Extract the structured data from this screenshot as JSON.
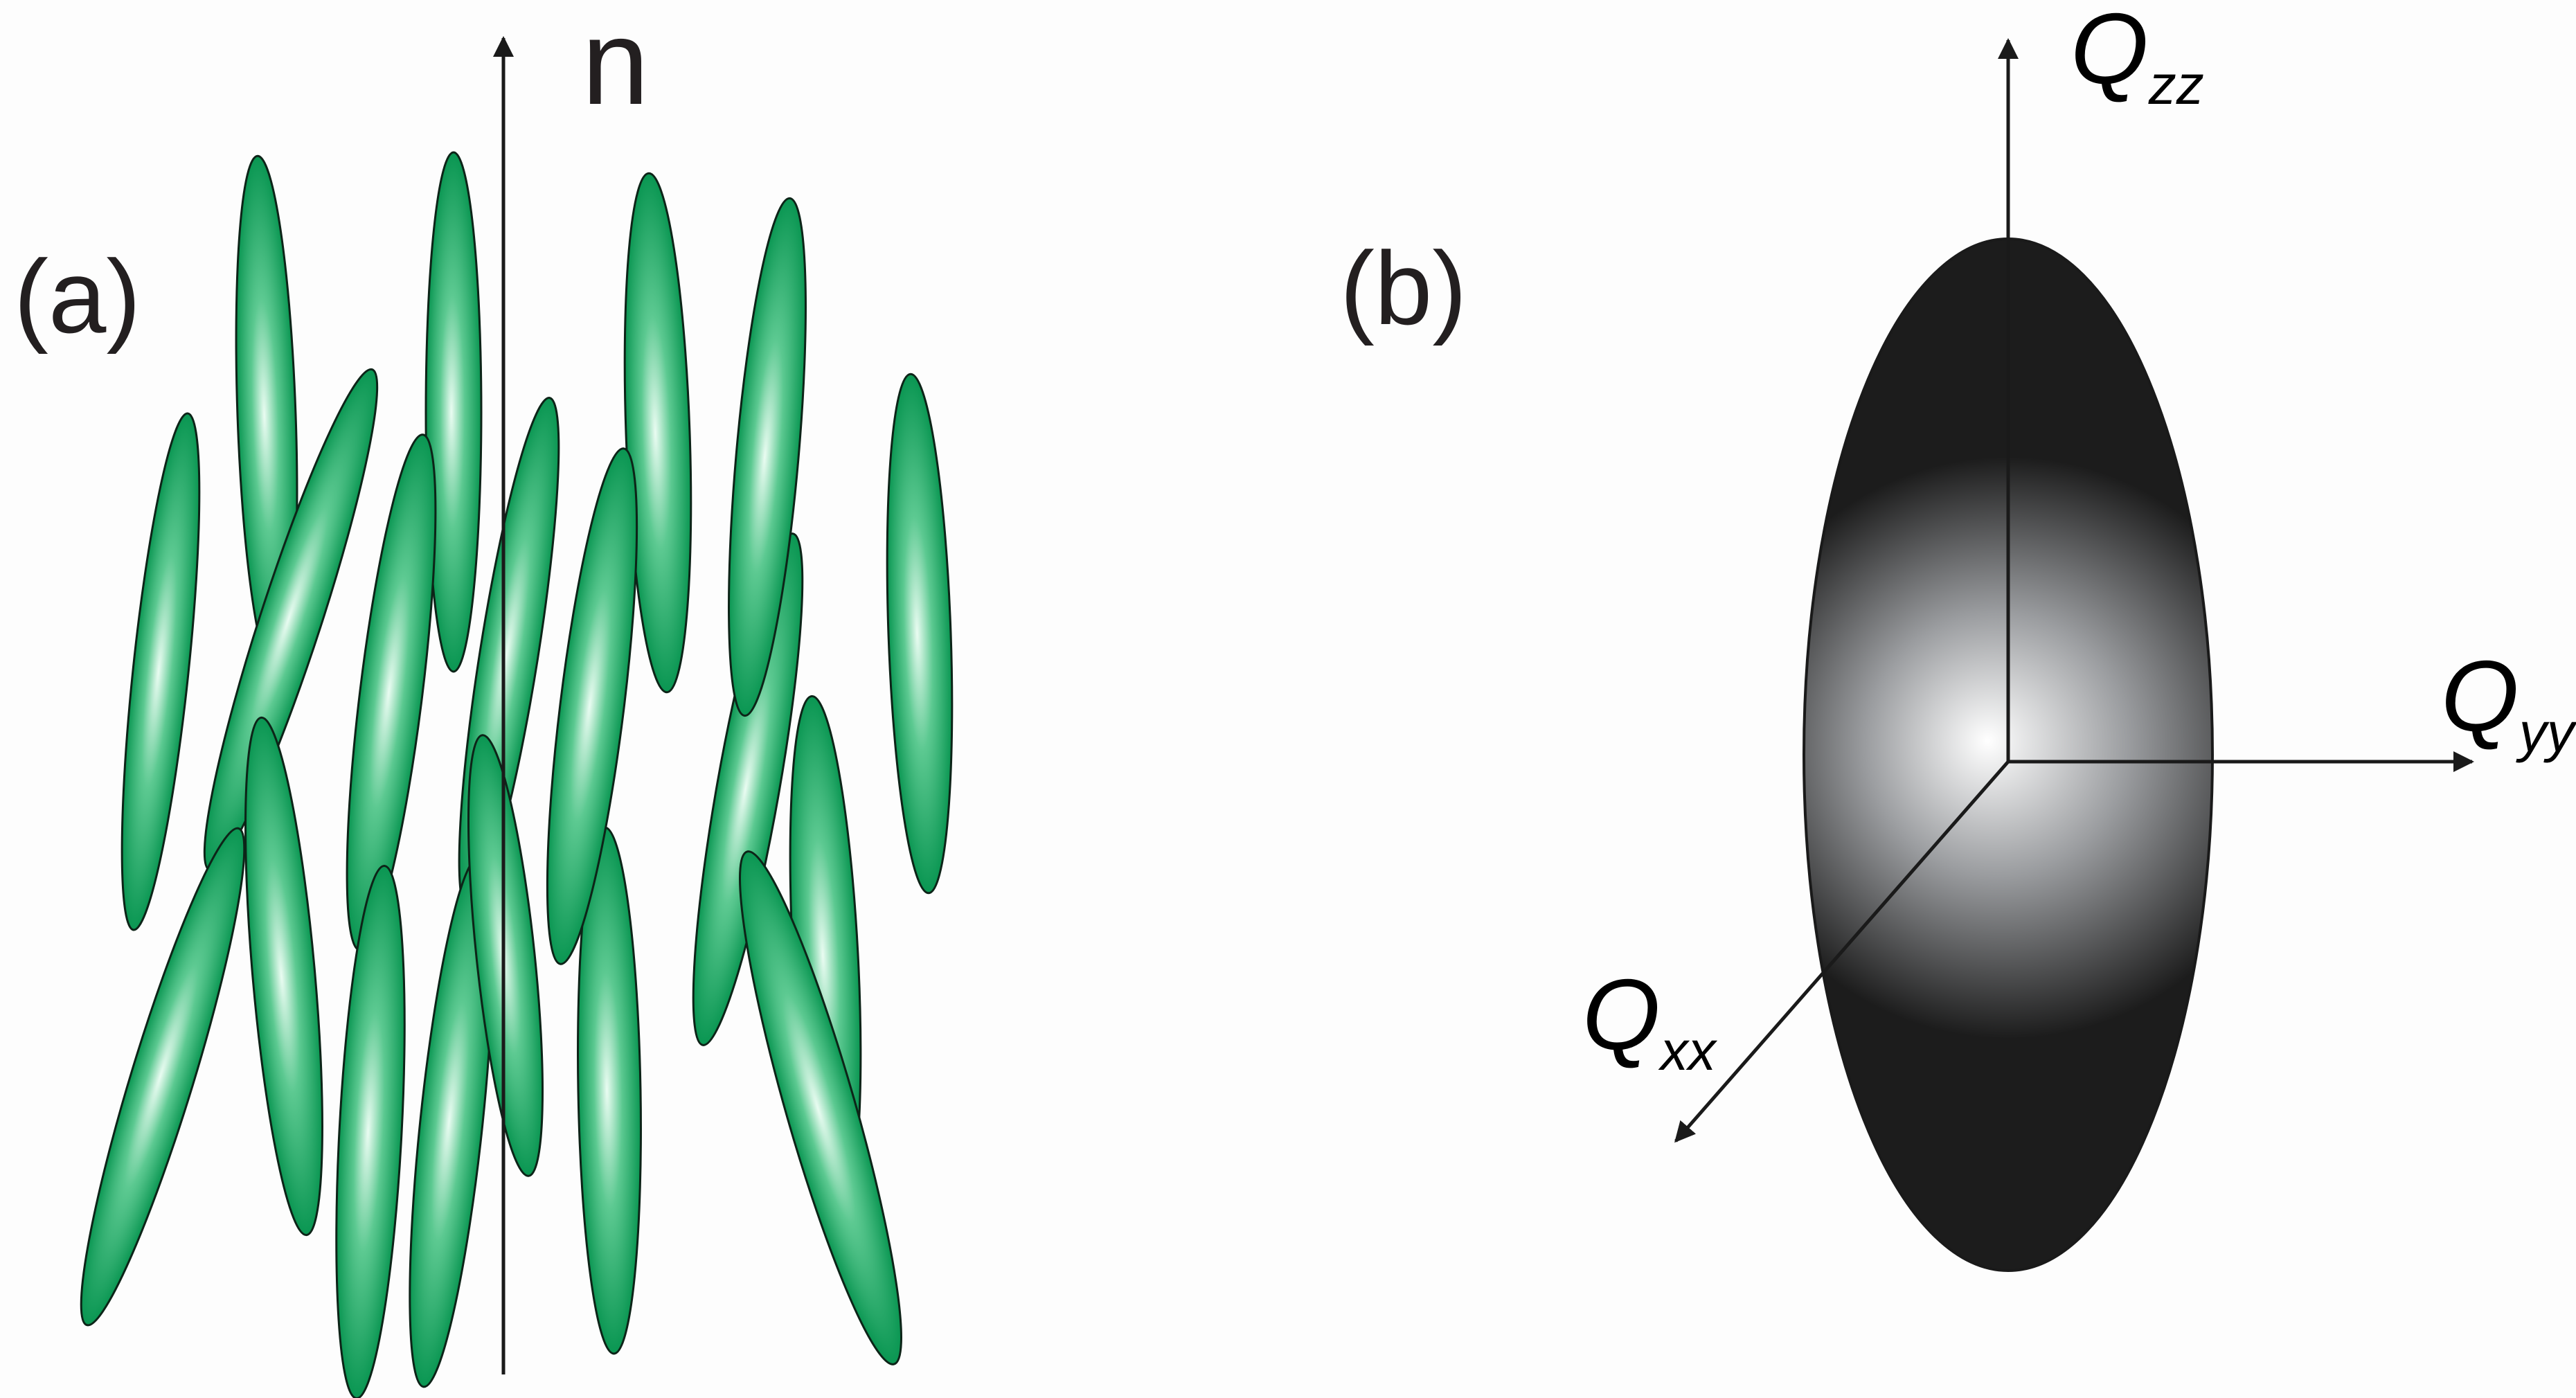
{
  "panel_a": {
    "label": "(a)",
    "director_label": "n",
    "molecule_color": "#0e9a57",
    "molecule_highlight": "#e9fbf1",
    "molecule_count": 19
  },
  "panel_b": {
    "label": "(b)",
    "axes": {
      "zz": {
        "main": "Q",
        "sub": "zz"
      },
      "yy": {
        "main": "Q",
        "sub": "yy"
      },
      "xx": {
        "main": "Q",
        "sub": "xx"
      }
    },
    "ellipsoid_dark": "#1a1a1a",
    "ellipsoid_light": "#ffffff"
  },
  "colors": {
    "background": "#fdfdfd",
    "stroke": "#1a1a1a"
  }
}
